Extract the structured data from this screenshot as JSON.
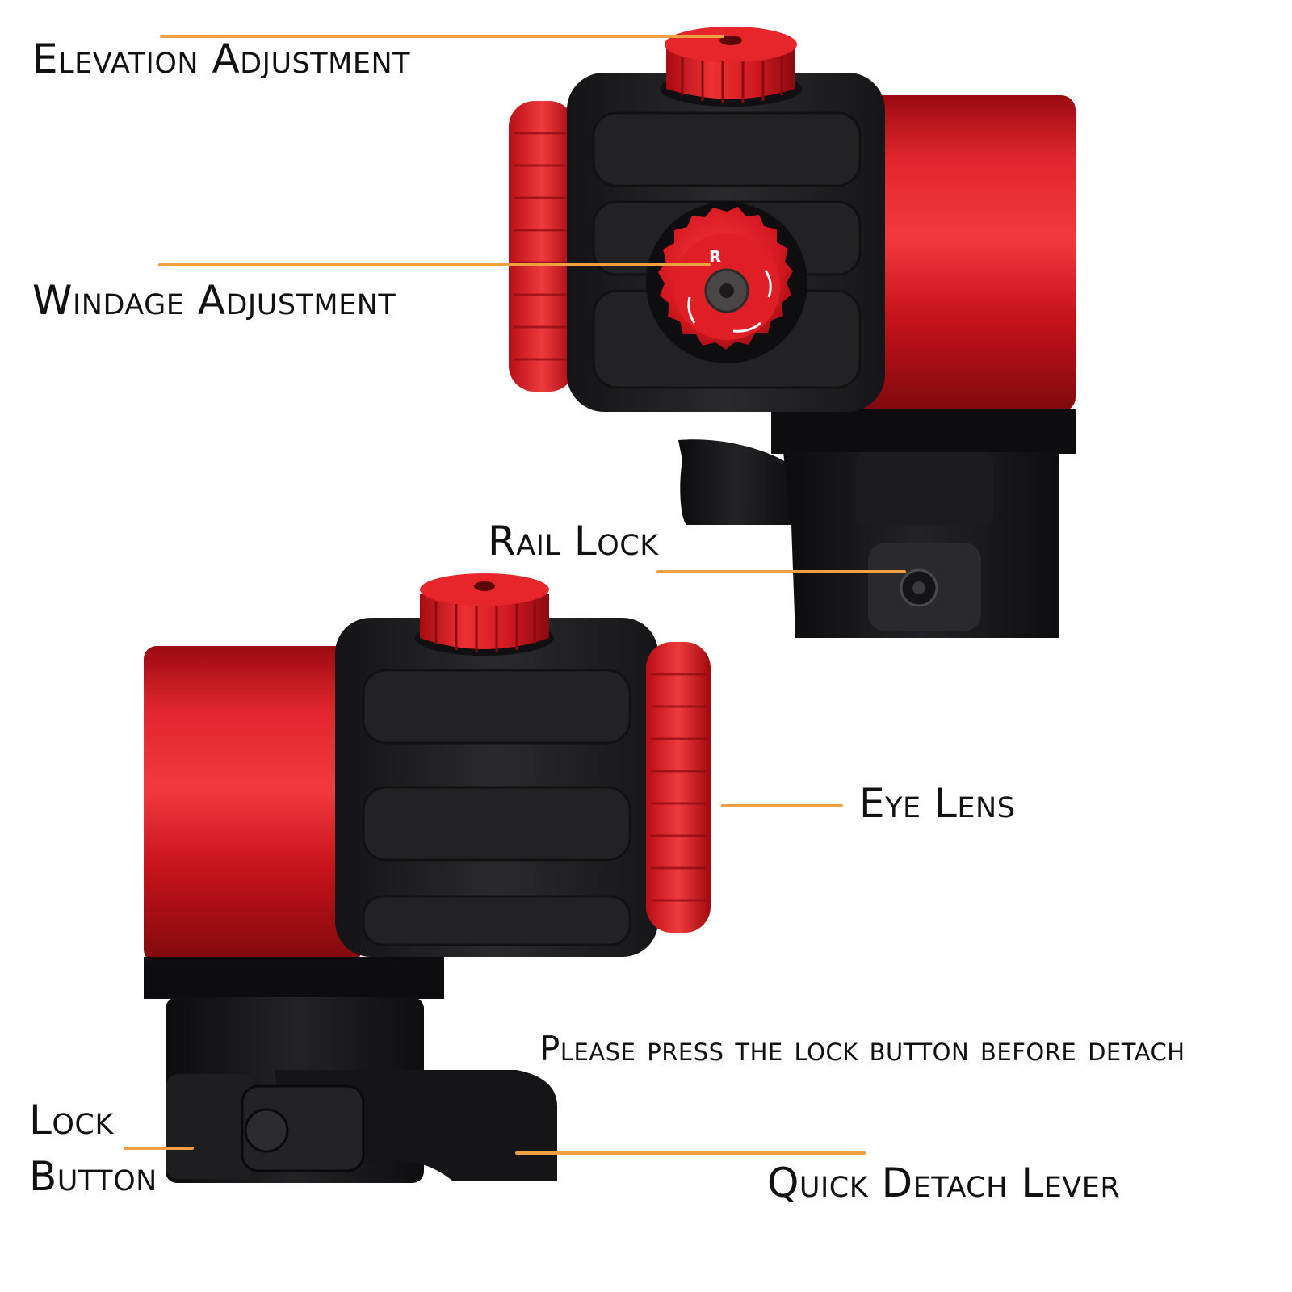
{
  "labels": {
    "elevation": "Elevation Adjustment",
    "windage": "Windage Adjustment",
    "rail_lock": "Rail Lock",
    "eye_lens": "Eye Lens",
    "note": "Please press the lock button before detach",
    "lock_line1": "Lock",
    "lock_line2": "Button",
    "quick_detach": "Quick Detach Lever"
  },
  "dial_mark": "R",
  "colors": {
    "leader": "#f0a040",
    "text": "#111111",
    "anodized_red": "#d8141c",
    "rubber_black": "#1d1d1f",
    "mount_black": "#111113"
  }
}
